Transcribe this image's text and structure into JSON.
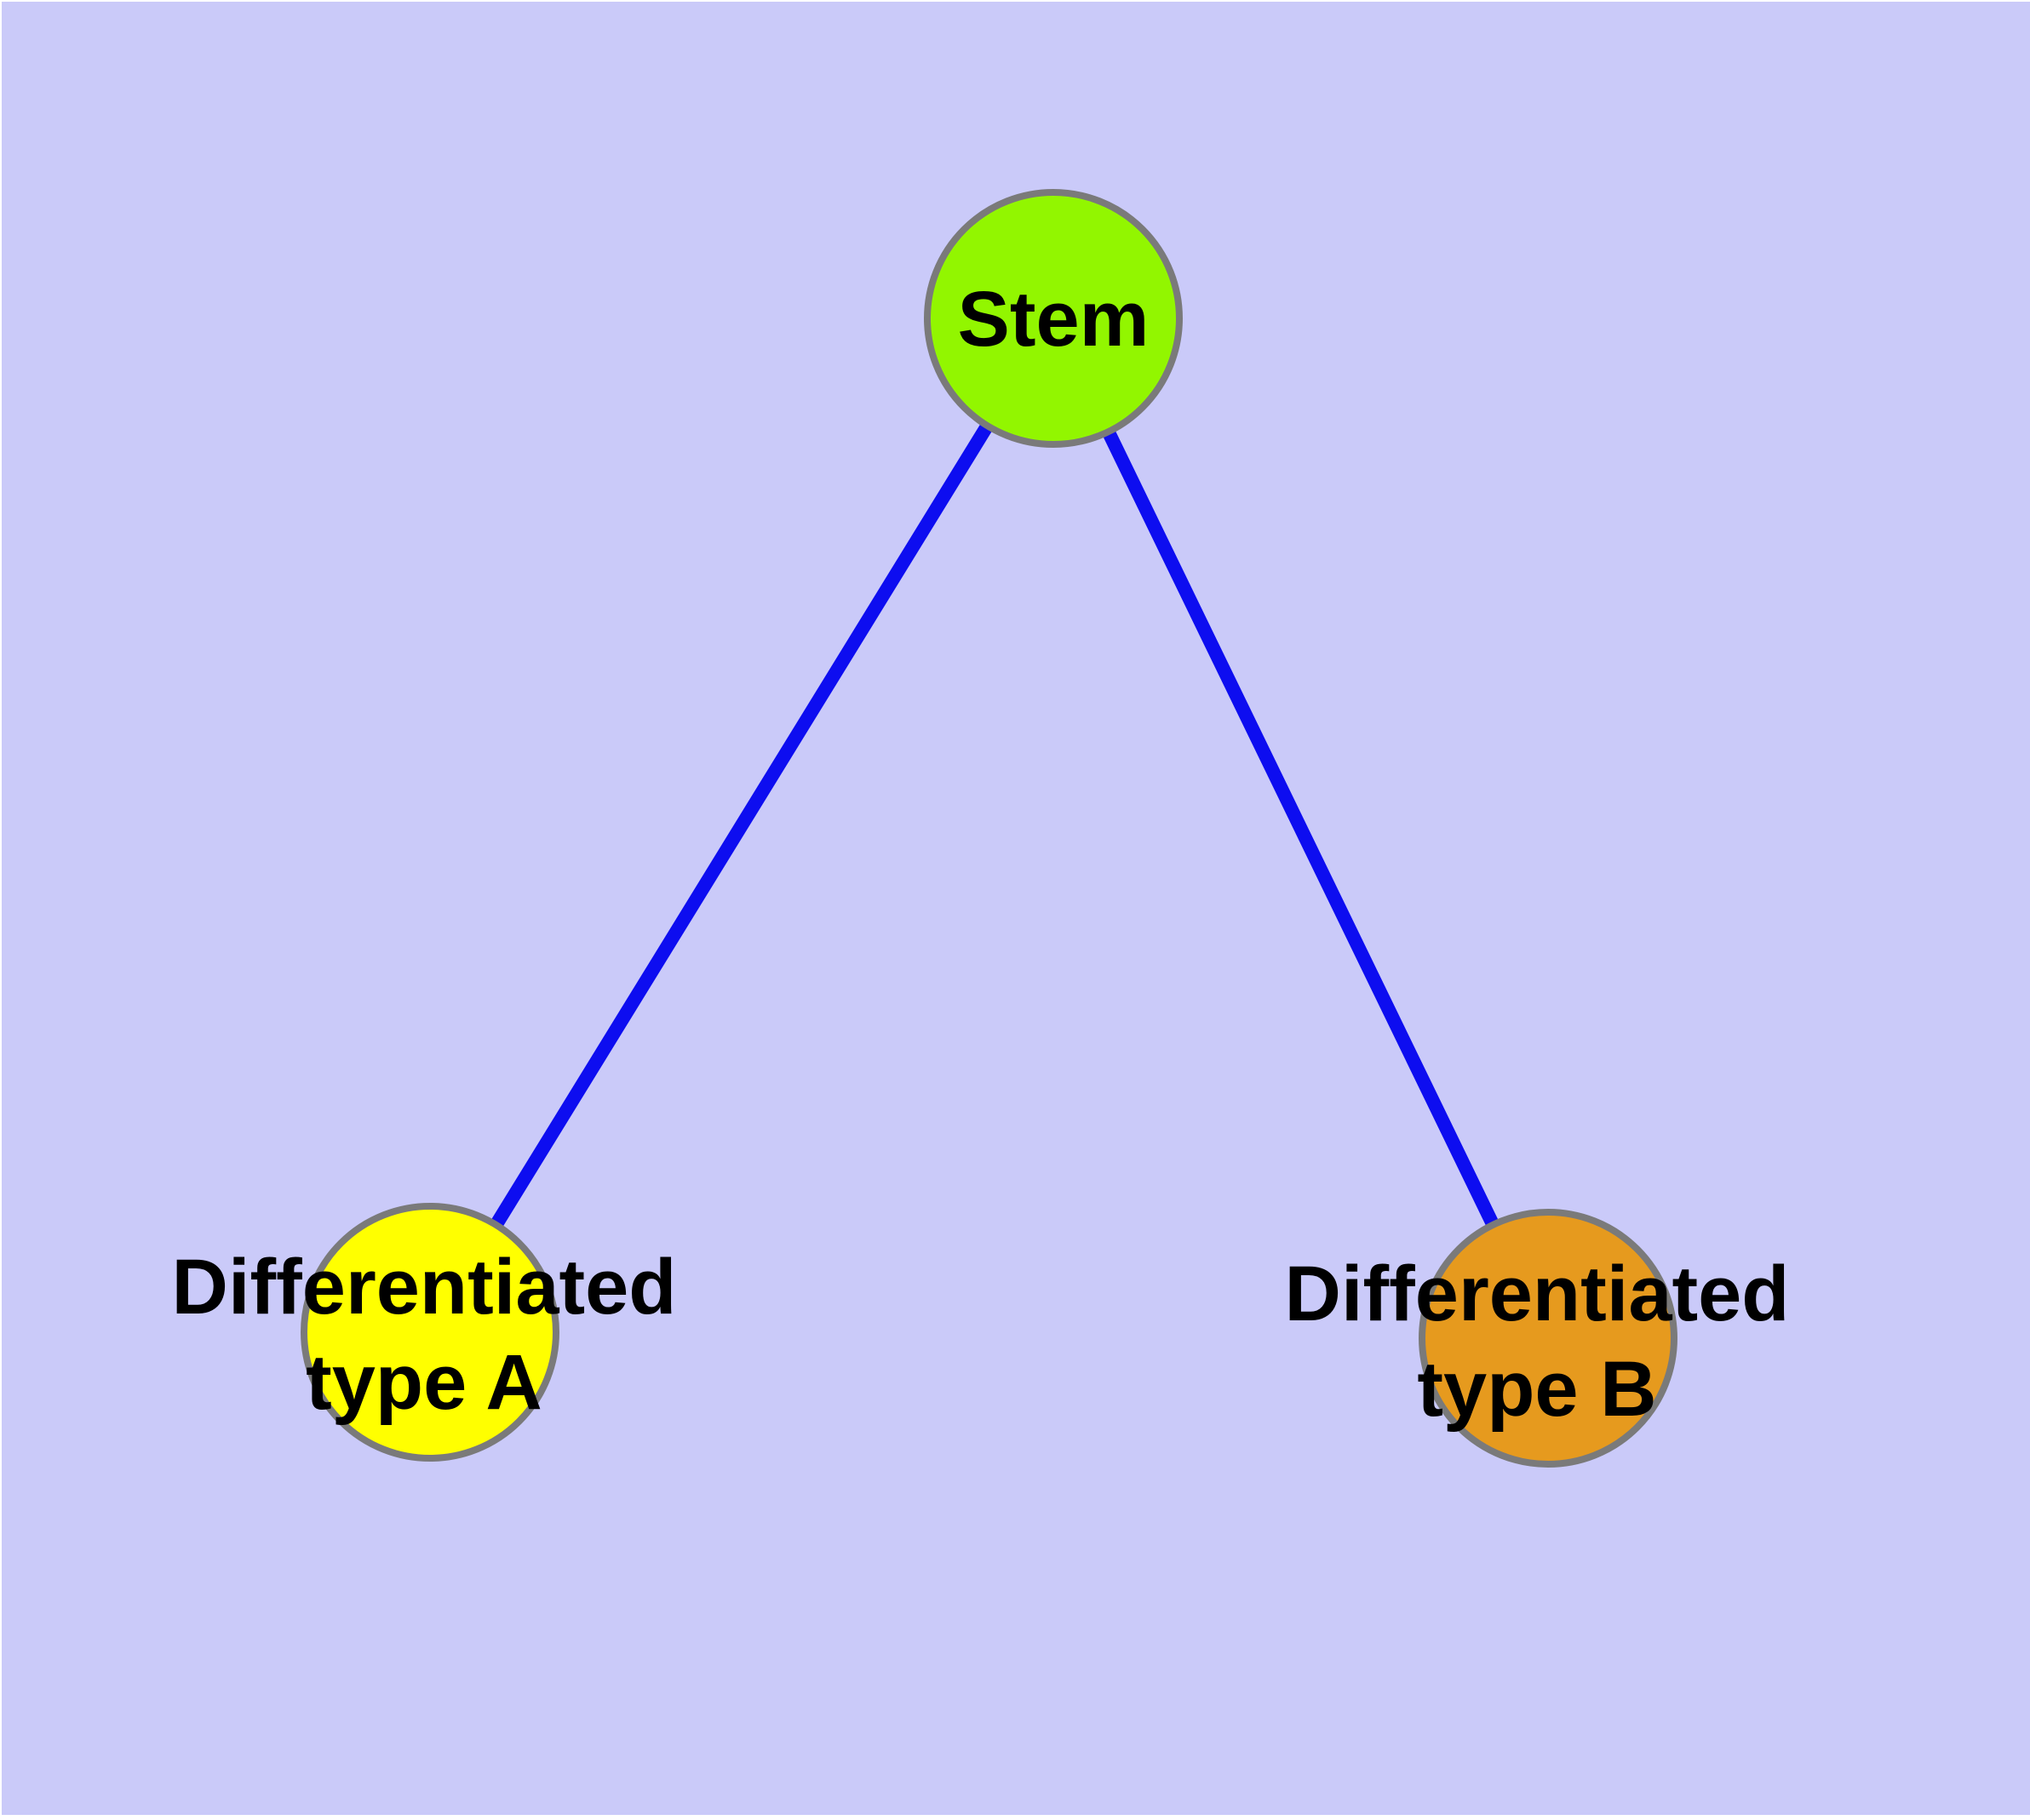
{
  "diagram": {
    "type": "graph",
    "background_color": "#CACAF9",
    "page_margin_color": "#FFFFFF",
    "edge_color": "#0D0DF0",
    "node_border_color": "#7A7A7A",
    "label_color": "#000000",
    "nodes": [
      {
        "id": "stem",
        "label": "Stem",
        "color": "#92F600"
      },
      {
        "id": "differentiated-type-a",
        "label": "Differentiated\ntype A",
        "color": "#FFFF00"
      },
      {
        "id": "differentiated-type-b",
        "label": "Differentiated\ntype B",
        "color": "#E69A1E"
      }
    ],
    "edges": [
      {
        "from": "stem",
        "to": "differentiated-type-a"
      },
      {
        "from": "stem",
        "to": "differentiated-type-b"
      }
    ]
  }
}
